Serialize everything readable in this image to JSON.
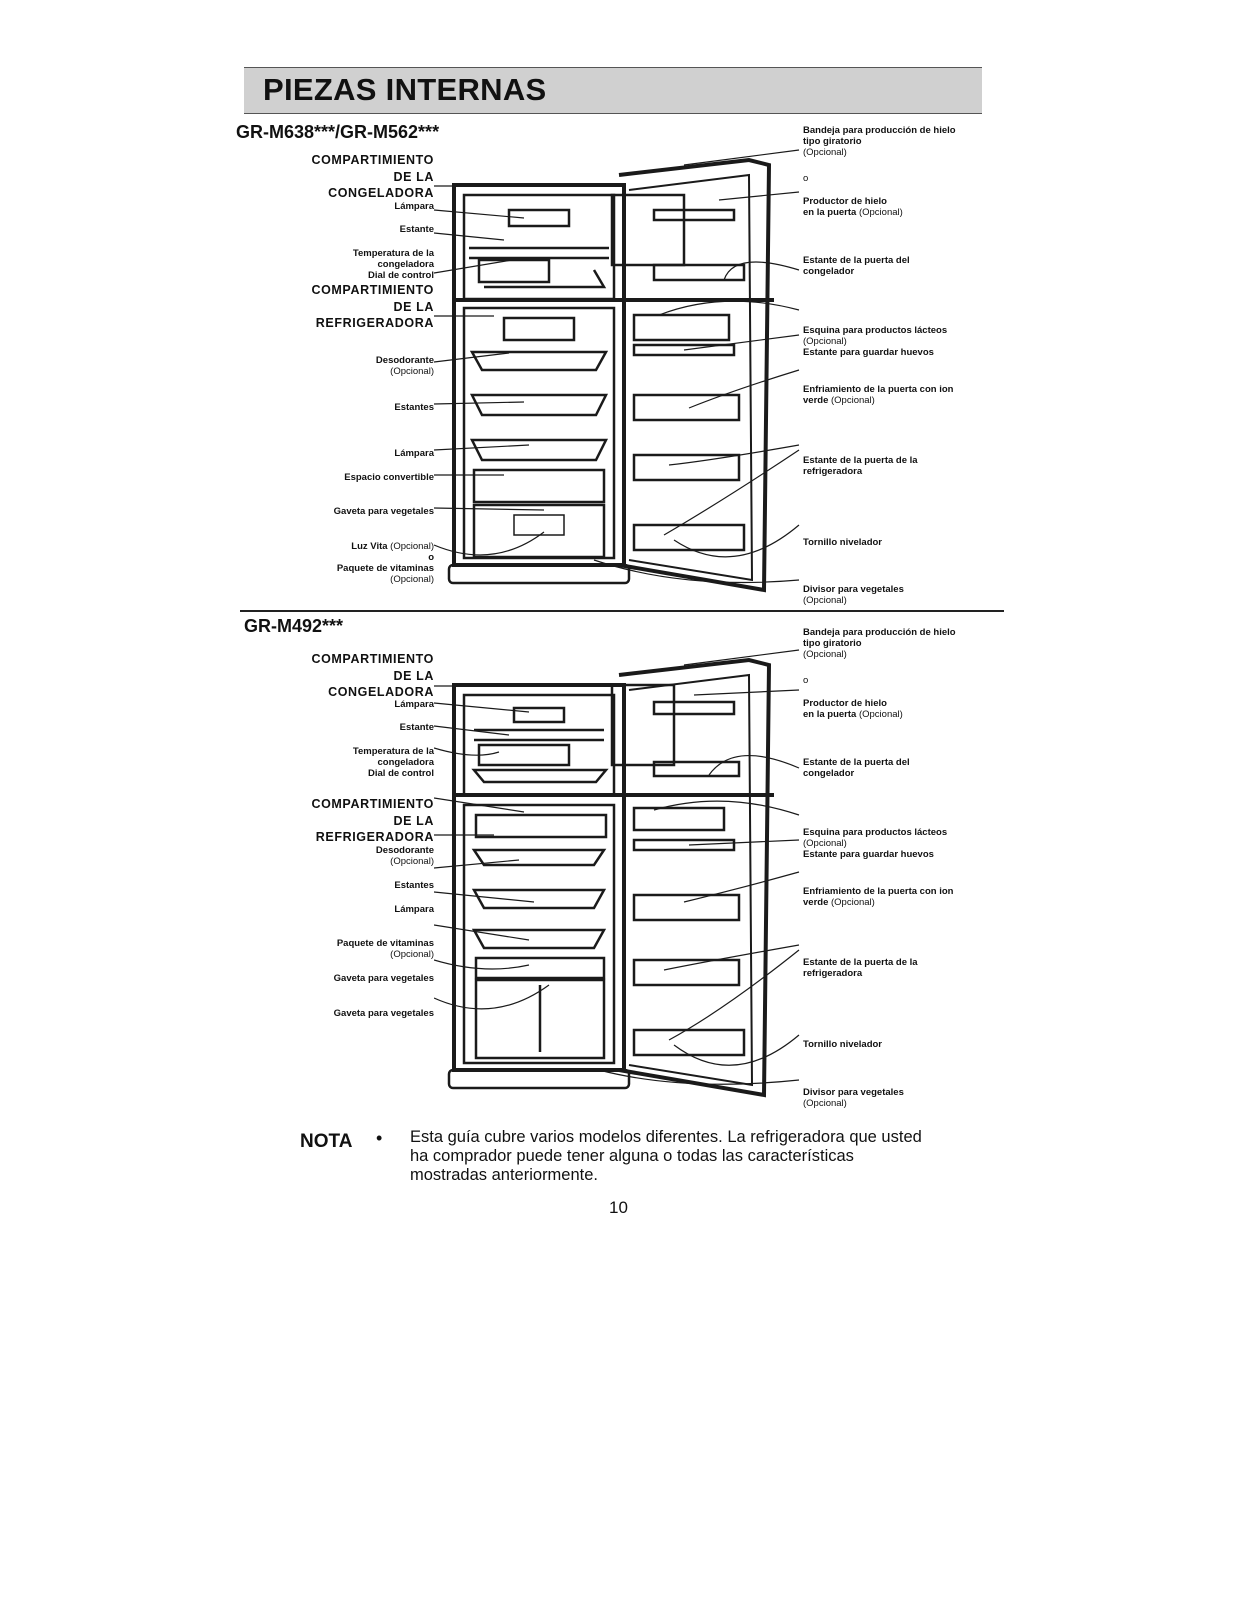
{
  "header": {
    "title": "PIEZAS INTERNAS"
  },
  "section1": {
    "model": "GR-M638***/GR-M562***",
    "left": {
      "freezer_comp": [
        "COMPARTIMIENTO",
        "DE LA",
        "CONGELADORA"
      ],
      "lampara": "Lámpara",
      "estante": "Estante",
      "temp": [
        "Temperatura de la",
        "congeladora",
        "Dial de control"
      ],
      "fridge_comp": [
        "COMPARTIMIENTO",
        "DE LA",
        "REFRIGERADORA"
      ],
      "desodorante": "Desodorante",
      "desodorante_opt": "(Opcional)",
      "estantes": "Estantes",
      "lampara2": "Lámpara",
      "espacio": "Espacio convertible",
      "gaveta": "Gaveta para vegetales",
      "luz": "Luz Vita",
      "luz_opt": "(Opcional)",
      "o": "o",
      "paquete": "Paquete de vitaminas",
      "paquete_opt": "(Opcional)"
    },
    "right": {
      "bandeja": [
        "Bandeja para producción de hielo",
        "tipo giratorio"
      ],
      "bandeja_opt": "(Opcional)",
      "o": "o",
      "productor": [
        "Productor de hielo",
        "en la puerta"
      ],
      "productor_opt": "(Opcional)",
      "estante_cong": [
        "Estante de la puerta del",
        "congelador"
      ],
      "esquina": "Esquina para productos lácteos",
      "esquina_opt": "(Opcional)",
      "huevos": "Estante para guardar huevos",
      "enfriamiento": [
        "Enfriamiento de la puerta con ion",
        "verde"
      ],
      "enfriamiento_opt": "(Opcional)",
      "estante_ref": [
        "Estante de la puerta de la",
        "refrigeradora"
      ],
      "tornillo": "Tornillo nivelador",
      "divisor": "Divisor para vegetales",
      "divisor_opt": "(Opcional)"
    }
  },
  "section2": {
    "model": "GR-M492***",
    "left": {
      "freezer_comp": [
        "COMPARTIMIENTO",
        "DE LA",
        "CONGELADORA"
      ],
      "lampara": "Lámpara",
      "estante": "Estante",
      "temp": [
        "Temperatura de la",
        "congeladora",
        "Dial de control"
      ],
      "fridge_comp": [
        "COMPARTIMIENTO",
        "DE LA",
        "REFRIGERADORA"
      ],
      "desodorante": "Desodorante",
      "desodorante_opt": "(Opcional)",
      "estantes": "Estantes",
      "lampara2": "Lámpara",
      "paquete": "Paquete de vitaminas",
      "paquete_opt": "(Opcional)",
      "gaveta1": "Gaveta para vegetales",
      "gaveta2": "Gaveta para vegetales"
    },
    "right": {
      "bandeja": [
        "Bandeja para producción de hielo",
        "tipo giratorio"
      ],
      "bandeja_opt": "(Opcional)",
      "o": "o",
      "productor": [
        "Productor de hielo",
        "en la puerta"
      ],
      "productor_opt": "(Opcional)",
      "estante_cong": [
        "Estante de la puerta del",
        "congelador"
      ],
      "esquina": "Esquina para productos lácteos",
      "esquina_opt": "(Opcional)",
      "huevos": "Estante para guardar huevos",
      "enfriamiento": [
        "Enfriamiento de la puerta con ion",
        "verde"
      ],
      "enfriamiento_opt": "(Opcional)",
      "estante_ref": [
        "Estante de la puerta de la",
        "refrigeradora"
      ],
      "tornillo": "Tornillo nivelador",
      "divisor": "Divisor para vegetales",
      "divisor_opt": "(Opcional)"
    }
  },
  "note": {
    "title": "NOTA",
    "bullet": "•",
    "lines": [
      "Esta guía cubre varios modelos diferentes. La refrigeradora que usted",
      "ha comprador puede tener alguna o todas las características",
      "mostradas anteriormente."
    ]
  },
  "page_number": "10"
}
